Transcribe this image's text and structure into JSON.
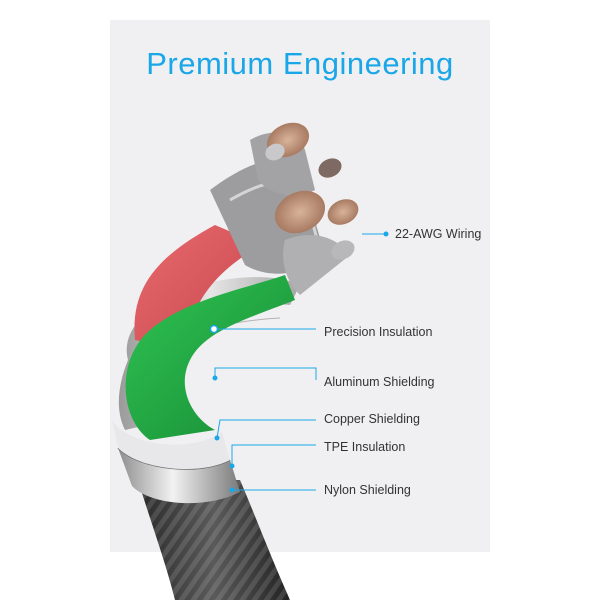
{
  "title": "Premium Engineering",
  "accent_color": "#1aa7e8",
  "callouts": [
    {
      "label": "22-AWG Wiring"
    },
    {
      "label": "Precision Insulation"
    },
    {
      "label": "Aluminum Shielding"
    },
    {
      "label": "Copper Shielding"
    },
    {
      "label": "TPE Insulation"
    },
    {
      "label": "Nylon Shielding"
    }
  ]
}
